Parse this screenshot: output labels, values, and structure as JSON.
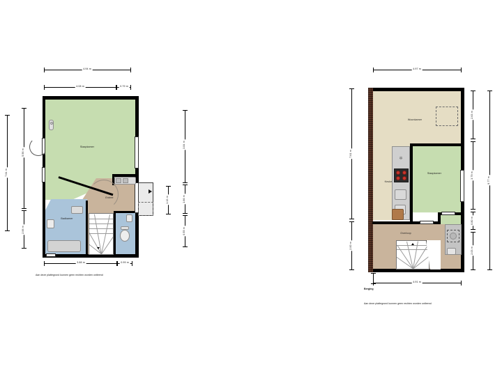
{
  "document": {
    "type": "floor-plan",
    "language": "nl",
    "background_color": "#ffffff"
  },
  "palette": {
    "wall": "#000000",
    "brick_wall": "#5b3526",
    "bedroom_green": "#c6ddb0",
    "living_beige": "#e5ddc4",
    "hall_taupe": "#c9b49c",
    "bathroom_blue": "#aac4da",
    "kitchen_grey": "#c9c9c9",
    "stove_red": "#c9342b",
    "text": "#1c1c1c"
  },
  "plans": [
    {
      "id": "plan-left",
      "name": "first-floor-plan",
      "rooms": [
        {
          "key": "slaapkamer",
          "label": "Slaapkamer",
          "fill": "#c6ddb0"
        },
        {
          "key": "entree",
          "label": "Entree",
          "fill": "#c9b49c"
        },
        {
          "key": "badkamer",
          "label": "Badkamer",
          "fill": "#aac4da"
        }
      ],
      "dimensions_top": [
        {
          "key": "overall-width",
          "value": "4.94 m"
        },
        {
          "key": "segment-a",
          "value": "4.08 m"
        },
        {
          "key": "segment-b",
          "value": "0.79 m"
        }
      ],
      "dimensions_bottom": [
        {
          "key": "bottom-a",
          "value": "3.88 m"
        },
        {
          "key": "bottom-b",
          "value": "0.99 m"
        }
      ],
      "dimensions_left": [
        {
          "key": "overall-height",
          "value": "7.64 m"
        },
        {
          "key": "left-a",
          "value": "5.56 m"
        },
        {
          "key": "left-b",
          "value": "2.06 m"
        }
      ],
      "dimensions_right": [
        {
          "key": "right-outer-a",
          "value": "3.84 m"
        },
        {
          "key": "right-outer-b",
          "value": "1.66 m"
        },
        {
          "key": "right-outer-c",
          "value": "0.55 m"
        },
        {
          "key": "right-inner",
          "value": "1.13 m"
        }
      ],
      "disclaimer": "Aan deze plattegrond kunnen geen rechten worden ontleend"
    },
    {
      "id": "plan-right",
      "name": "second-floor-plan",
      "rooms": [
        {
          "key": "woonkamer",
          "label": "Woonkamer",
          "fill": "#e5ddc4"
        },
        {
          "key": "keuken",
          "label": "Keuken",
          "fill": "#e5ddc4"
        },
        {
          "key": "slaapkamer",
          "label": "Slaapkamer",
          "fill": "#c6ddb0"
        },
        {
          "key": "overloop",
          "label": "Overloop",
          "fill": "#c9b49c"
        }
      ],
      "dimensions_top": [
        {
          "key": "overall-width",
          "value": "4.97 m"
        }
      ],
      "dimensions_bottom": [
        {
          "key": "bottom-width",
          "value": "4.91 m"
        }
      ],
      "dimensions_left": [
        {
          "key": "left-a",
          "value": "7.61 m"
        },
        {
          "key": "left-b",
          "value": "2.00 m"
        }
      ],
      "dimensions_right": [
        {
          "key": "right-inner-a",
          "value": "2.63 m"
        },
        {
          "key": "right-inner-b",
          "value": "3.79 m"
        },
        {
          "key": "right-inner-c",
          "value": "0.80 m"
        },
        {
          "key": "right-inner-d",
          "value": "2.03 m"
        },
        {
          "key": "right-outer",
          "value": "9.77 m"
        }
      ],
      "annotation": "Berging",
      "disclaimer": "Aan deze plattegrond kunnen geen rechten worden ontleend"
    }
  ]
}
